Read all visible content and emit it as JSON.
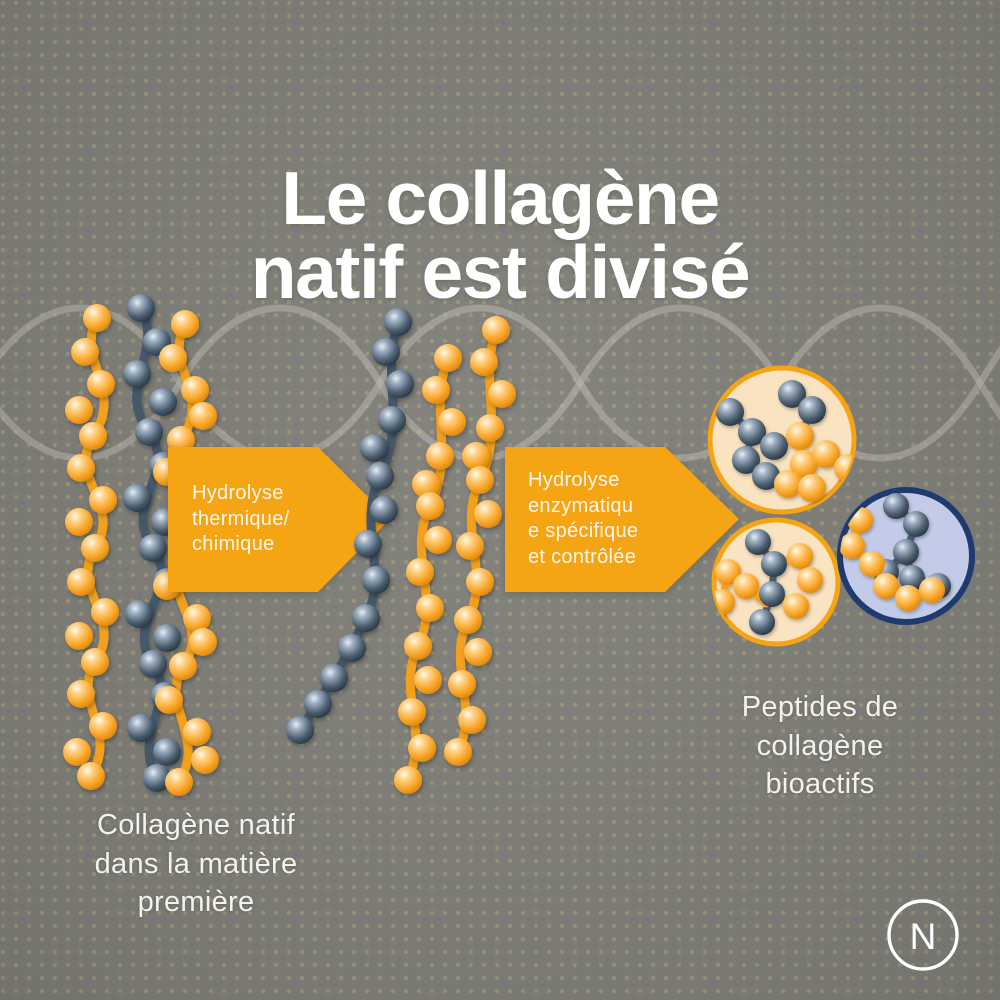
{
  "poster": {
    "title_lines": [
      "Le collagène",
      "natif est divisé"
    ],
    "background_color": "#807f79",
    "accent_orange": "#f5a413",
    "cream": "#fae3c0",
    "navy": "#1f3a6e",
    "periwinkle": "#c3cbe8",
    "slate": "#3b4f63",
    "text_color": "#f4f2ee"
  },
  "stages": {
    "native": {
      "caption": "Collagène natif\ndans la matière\npremière",
      "name": "native-collagen-triple-helix"
    },
    "split": {
      "name": "separated-collagen-strands"
    },
    "peptides": {
      "caption": "Peptides de\ncollagène\nbioactifs",
      "name": "bioactive-peptide-circles"
    }
  },
  "arrows": [
    {
      "id": "arrow-1",
      "label": "Hydrolyse\nthermique/\nchimique",
      "color": "#f5a413"
    },
    {
      "id": "arrow-2",
      "label": "Hydrolyse\nenzymatiqu\ne spécifique\net contrôlée",
      "color": "#f5a413"
    }
  ],
  "logo": {
    "letter": "N",
    "shape": "circle-outline"
  }
}
